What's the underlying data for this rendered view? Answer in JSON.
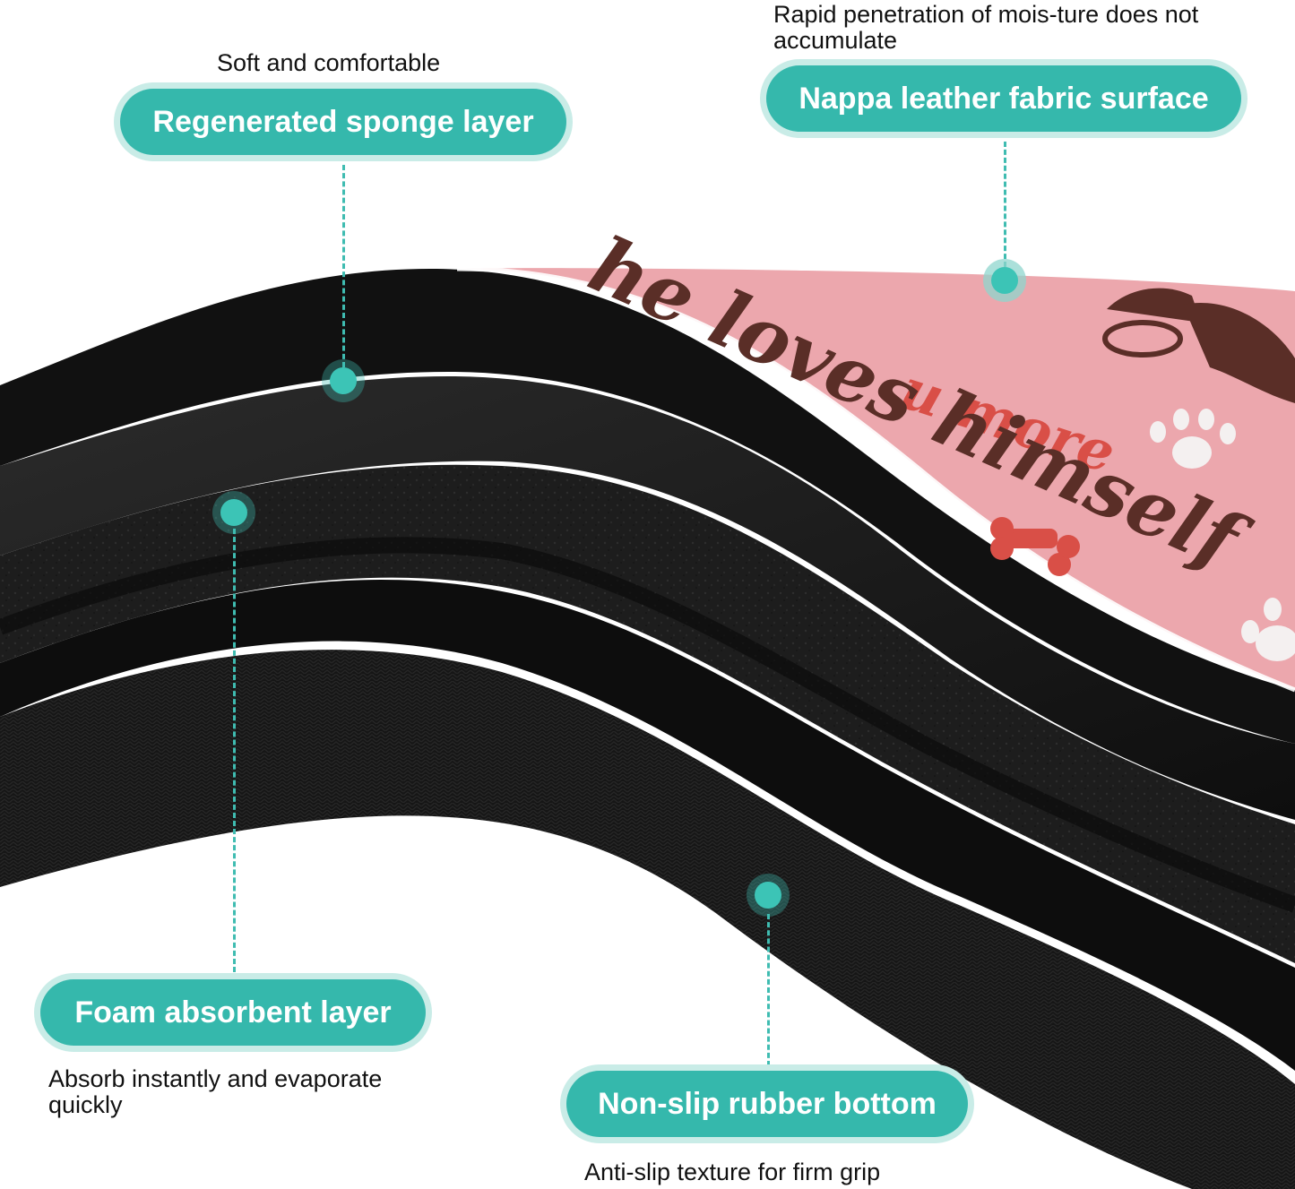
{
  "callouts": {
    "sponge": {
      "caption": "Soft and comfortable",
      "label": "Regenerated sponge layer"
    },
    "nappa": {
      "caption": "Rapid penetration of mois-ture does not accumulate",
      "label": "Nappa leather fabric surface"
    },
    "foam": {
      "label": "Foam absorbent layer",
      "caption": "Absorb instantly and evaporate quickly"
    },
    "rubber": {
      "label": "Non-slip rubber bottom",
      "caption": "Anti-slip texture for firm grip"
    }
  },
  "mat_print": {
    "line1": "u more",
    "line2": "he loves himself"
  },
  "colors": {
    "accent": "#35b8ac",
    "accent_halo": "#c9ece7",
    "mat_pink": "#eca7ad",
    "mat_black": "#141414",
    "print_brown": "#5a2e27",
    "print_red": "#d94f47"
  }
}
